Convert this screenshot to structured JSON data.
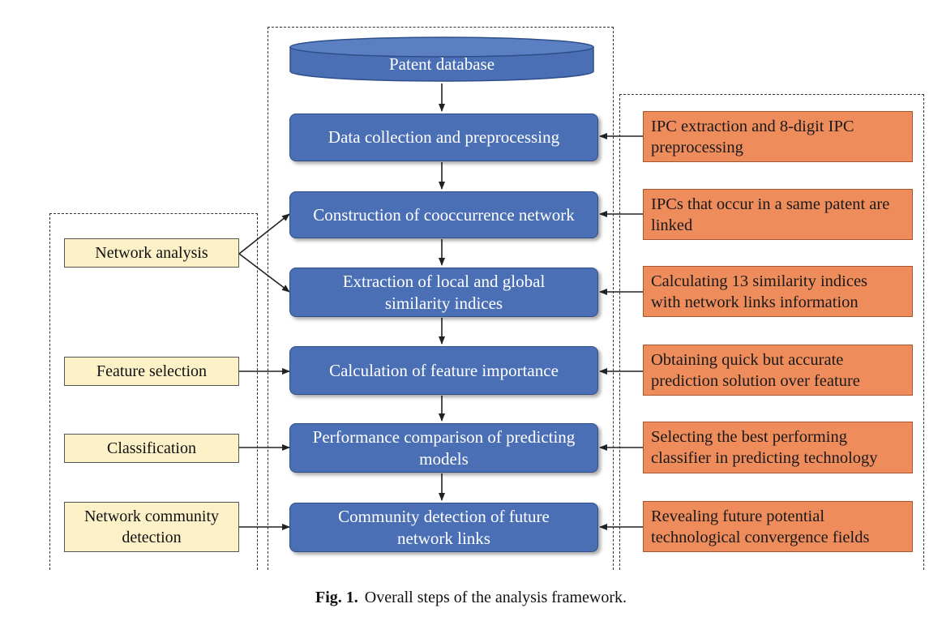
{
  "steps": {
    "patent_database": "Patent database",
    "data_collection": "Data collection and preprocessing",
    "construction": "Construction of cooccurrence network",
    "extraction": "Extraction of local and global similarity indices",
    "feature_importance": "Calculation of feature importance",
    "performance": "Performance comparison of predicting models",
    "community": "Community detection of future network links"
  },
  "methods": {
    "network_analysis": "Network analysis",
    "feature_selection": "Feature selection",
    "classification": "Classification",
    "network_community": "Network community detection"
  },
  "details": {
    "ipc_extraction": "IPC extraction and 8-digit IPC preprocessing",
    "ipcs_linked": "IPCs that occur in a same patent are linked",
    "similarity_indices": "Calculating 13 similarity indices with network links information",
    "quick_prediction": "Obtaining quick but accurate prediction solution over feature",
    "best_classifier": "Selecting the best performing classifier in predicting technology",
    "convergence_fields": "Revealing future potential technological convergence fields"
  },
  "caption": {
    "label": "Fig. 1.",
    "text": "Overall steps of the analysis framework."
  },
  "colors": {
    "step_fill": "#4a6fb5",
    "method_fill": "#fdf1c8",
    "detail_fill": "#ee8c5c"
  }
}
